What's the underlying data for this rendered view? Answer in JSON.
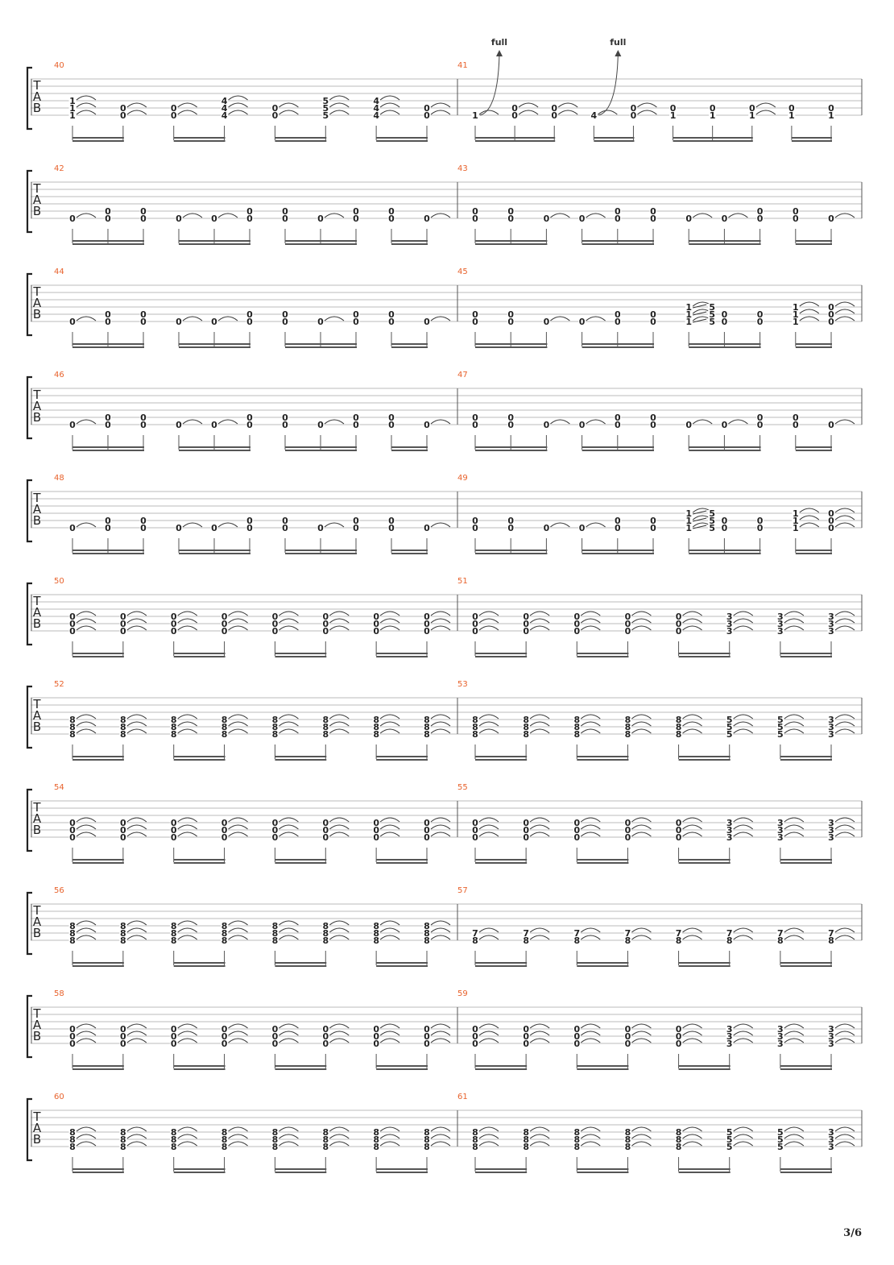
{
  "page_number": "3/6",
  "clef_letters": [
    "T",
    "A",
    "B"
  ],
  "bend_label": "full",
  "colors": {
    "measure_number": "#e8622c",
    "staff_line": "#bbbbbb",
    "text": "#222222",
    "beam": "#555555"
  },
  "systems": [
    {
      "measures": [
        {
          "number": "40",
          "beats": [
            {
              "notes": [
                {
                  "s": 3,
                  "f": "1"
                },
                {
                  "s": 4,
                  "f": "1"
                },
                {
                  "s": 5,
                  "f": "1"
                }
              ],
              "tie": true
            },
            {
              "notes": [
                {
                  "s": 4,
                  "f": "0"
                },
                {
                  "s": 5,
                  "f": "0"
                }
              ],
              "tie": true
            },
            {
              "notes": [
                {
                  "s": 4,
                  "f": "0"
                },
                {
                  "s": 5,
                  "f": "0"
                }
              ],
              "tie": true
            },
            {
              "notes": [
                {
                  "s": 3,
                  "f": "4"
                },
                {
                  "s": 4,
                  "f": "4"
                },
                {
                  "s": 5,
                  "f": "4"
                }
              ],
              "tie": true
            },
            {
              "notes": [
                {
                  "s": 4,
                  "f": "0"
                },
                {
                  "s": 5,
                  "f": "0"
                }
              ],
              "tie": true
            },
            {
              "notes": [
                {
                  "s": 3,
                  "f": "5"
                },
                {
                  "s": 4,
                  "f": "5"
                },
                {
                  "s": 5,
                  "f": "5"
                }
              ],
              "tie": true
            },
            {
              "notes": [
                {
                  "s": 3,
                  "f": "4"
                },
                {
                  "s": 4,
                  "f": "4"
                },
                {
                  "s": 5,
                  "f": "4"
                }
              ],
              "tie": true
            },
            {
              "notes": [
                {
                  "s": 4,
                  "f": "0"
                },
                {
                  "s": 5,
                  "f": "0"
                }
              ],
              "tie": true
            }
          ]
        },
        {
          "number": "41",
          "beats": [
            {
              "notes": [
                {
                  "s": 5,
                  "f": "1"
                }
              ],
              "tie": true,
              "bend": true
            },
            {
              "notes": [
                {
                  "s": 4,
                  "f": "0"
                },
                {
                  "s": 5,
                  "f": "0"
                }
              ],
              "tie": true
            },
            {
              "notes": [
                {
                  "s": 4,
                  "f": "0"
                },
                {
                  "s": 5,
                  "f": "0"
                }
              ],
              "tie": true
            },
            {
              "notes": [
                {
                  "s": 5,
                  "f": "4"
                }
              ],
              "tie": true,
              "bend": true
            },
            {
              "notes": [
                {
                  "s": 4,
                  "f": "0"
                },
                {
                  "s": 5,
                  "f": "0"
                }
              ],
              "tie": true
            },
            {
              "notes": [
                {
                  "s": 4,
                  "f": "0"
                },
                {
                  "s": 5,
                  "f": "1"
                }
              ],
              "tie": false
            },
            {
              "notes": [
                {
                  "s": 4,
                  "f": "0"
                },
                {
                  "s": 5,
                  "f": "1"
                }
              ],
              "tie": false
            },
            {
              "notes": [
                {
                  "s": 4,
                  "f": "0"
                },
                {
                  "s": 5,
                  "f": "1"
                }
              ],
              "tie": true
            },
            {
              "notes": [
                {
                  "s": 4,
                  "f": "0"
                },
                {
                  "s": 5,
                  "f": "1"
                }
              ],
              "tie": false
            },
            {
              "notes": [
                {
                  "s": 4,
                  "f": "0"
                },
                {
                  "s": 5,
                  "f": "1"
                }
              ],
              "tie": false
            }
          ]
        }
      ]
    },
    {
      "measures": [
        {
          "number": "42",
          "pattern": "A"
        },
        {
          "number": "43",
          "pattern": "B"
        }
      ]
    },
    {
      "measures": [
        {
          "number": "44",
          "pattern": "A"
        },
        {
          "number": "45",
          "pattern": "C"
        }
      ]
    },
    {
      "measures": [
        {
          "number": "46",
          "pattern": "A"
        },
        {
          "number": "47",
          "pattern": "B"
        }
      ]
    },
    {
      "measures": [
        {
          "number": "48",
          "pattern": "A"
        },
        {
          "number": "49",
          "pattern": "C"
        }
      ]
    },
    {
      "measures": [
        {
          "number": "50",
          "chords": [
            "000",
            "000",
            "000",
            "000",
            "000",
            "000",
            "000",
            "000"
          ]
        },
        {
          "number": "51",
          "chords": [
            "000",
            "000",
            "000",
            "000",
            "000",
            "333",
            "333",
            "333"
          ]
        }
      ]
    },
    {
      "measures": [
        {
          "number": "52",
          "chords": [
            "888",
            "888",
            "888",
            "888",
            "888",
            "888",
            "888",
            "888"
          ]
        },
        {
          "number": "53",
          "chords": [
            "888",
            "888",
            "888",
            "888",
            "888",
            "555",
            "555",
            "333"
          ]
        }
      ]
    },
    {
      "measures": [
        {
          "number": "54",
          "chords": [
            "000",
            "000",
            "000",
            "000",
            "000",
            "000",
            "000",
            "000"
          ]
        },
        {
          "number": "55",
          "chords": [
            "000",
            "000",
            "000",
            "000",
            "000",
            "333",
            "333",
            "333"
          ]
        }
      ]
    },
    {
      "measures": [
        {
          "number": "56",
          "chords": [
            "888",
            "888",
            "888",
            "888",
            "888",
            "888",
            "888",
            "888"
          ]
        },
        {
          "number": "57",
          "chords": [
            "78",
            "78",
            "78",
            "78",
            "78",
            "78",
            "78",
            "78"
          ]
        }
      ]
    },
    {
      "measures": [
        {
          "number": "58",
          "chords": [
            "000",
            "000",
            "000",
            "000",
            "000",
            "000",
            "000",
            "000"
          ]
        },
        {
          "number": "59",
          "chords": [
            "000",
            "000",
            "000",
            "000",
            "000",
            "333",
            "333",
            "333"
          ]
        }
      ]
    },
    {
      "measures": [
        {
          "number": "60",
          "chords": [
            "888",
            "888",
            "888",
            "888",
            "888",
            "888",
            "888",
            "888"
          ]
        },
        {
          "number": "61",
          "chords": [
            "888",
            "888",
            "888",
            "888",
            "888",
            "555",
            "555",
            "333"
          ]
        }
      ]
    }
  ],
  "patterns": {
    "A": [
      {
        "notes": [
          {
            "s": 5,
            "f": "0"
          }
        ],
        "tie": true
      },
      {
        "notes": [
          {
            "s": 4,
            "f": "0"
          },
          {
            "s": 5,
            "f": "0"
          }
        ],
        "tie": false
      },
      {
        "notes": [
          {
            "s": 4,
            "f": "0"
          },
          {
            "s": 5,
            "f": "0"
          }
        ],
        "tie": false
      },
      {
        "notes": [
          {
            "s": 5,
            "f": "0"
          }
        ],
        "tie": true
      },
      {
        "notes": [
          {
            "s": 5,
            "f": "0"
          }
        ],
        "tie": true
      },
      {
        "notes": [
          {
            "s": 4,
            "f": "0"
          },
          {
            "s": 5,
            "f": "0"
          }
        ],
        "tie": false
      },
      {
        "notes": [
          {
            "s": 4,
            "f": "0"
          },
          {
            "s": 5,
            "f": "0"
          }
        ],
        "tie": false
      },
      {
        "notes": [
          {
            "s": 5,
            "f": "0"
          }
        ],
        "tie": true
      },
      {
        "notes": [
          {
            "s": 4,
            "f": "0"
          },
          {
            "s": 5,
            "f": "0"
          }
        ],
        "tie": false
      },
      {
        "notes": [
          {
            "s": 4,
            "f": "0"
          },
          {
            "s": 5,
            "f": "0"
          }
        ],
        "tie": false
      },
      {
        "notes": [
          {
            "s": 5,
            "f": "0"
          }
        ],
        "tie": true
      }
    ],
    "B": [
      {
        "notes": [
          {
            "s": 4,
            "f": "0"
          },
          {
            "s": 5,
            "f": "0"
          }
        ],
        "tie": false
      },
      {
        "notes": [
          {
            "s": 4,
            "f": "0"
          },
          {
            "s": 5,
            "f": "0"
          }
        ],
        "tie": false
      },
      {
        "notes": [
          {
            "s": 5,
            "f": "0"
          }
        ],
        "tie": true
      },
      {
        "notes": [
          {
            "s": 5,
            "f": "0"
          }
        ],
        "tie": true
      },
      {
        "notes": [
          {
            "s": 4,
            "f": "0"
          },
          {
            "s": 5,
            "f": "0"
          }
        ],
        "tie": false
      },
      {
        "notes": [
          {
            "s": 4,
            "f": "0"
          },
          {
            "s": 5,
            "f": "0"
          }
        ],
        "tie": false
      },
      {
        "notes": [
          {
            "s": 5,
            "f": "0"
          }
        ],
        "tie": true
      },
      {
        "notes": [
          {
            "s": 5,
            "f": "0"
          }
        ],
        "tie": true
      },
      {
        "notes": [
          {
            "s": 4,
            "f": "0"
          },
          {
            "s": 5,
            "f": "0"
          }
        ],
        "tie": false
      },
      {
        "notes": [
          {
            "s": 4,
            "f": "0"
          },
          {
            "s": 5,
            "f": "0"
          }
        ],
        "tie": false
      },
      {
        "notes": [
          {
            "s": 5,
            "f": "0"
          }
        ],
        "tie": true
      }
    ],
    "C": [
      {
        "notes": [
          {
            "s": 4,
            "f": "0"
          },
          {
            "s": 5,
            "f": "0"
          }
        ],
        "tie": false
      },
      {
        "notes": [
          {
            "s": 4,
            "f": "0"
          },
          {
            "s": 5,
            "f": "0"
          }
        ],
        "tie": false
      },
      {
        "notes": [
          {
            "s": 5,
            "f": "0"
          }
        ],
        "tie": true
      },
      {
        "notes": [
          {
            "s": 5,
            "f": "0"
          }
        ],
        "tie": true
      },
      {
        "notes": [
          {
            "s": 4,
            "f": "0"
          },
          {
            "s": 5,
            "f": "0"
          }
        ],
        "tie": false
      },
      {
        "notes": [
          {
            "s": 4,
            "f": "0"
          },
          {
            "s": 5,
            "f": "0"
          }
        ],
        "tie": false
      },
      {
        "notes": [
          {
            "s": 3,
            "f": "1"
          },
          {
            "s": 4,
            "f": "1"
          },
          {
            "s": 5,
            "f": "1"
          }
        ],
        "tie": true,
        "slide_to": "5"
      },
      {
        "notes": [
          {
            "s": 4,
            "f": "0"
          },
          {
            "s": 5,
            "f": "0"
          }
        ],
        "tie": false
      },
      {
        "notes": [
          {
            "s": 4,
            "f": "0"
          },
          {
            "s": 5,
            "f": "0"
          }
        ],
        "tie": false
      },
      {
        "notes": [
          {
            "s": 3,
            "f": "1"
          },
          {
            "s": 4,
            "f": "1"
          },
          {
            "s": 5,
            "f": "1"
          }
        ],
        "tie": true
      },
      {
        "notes": [
          {
            "s": 3,
            "f": "0"
          },
          {
            "s": 4,
            "f": "0"
          },
          {
            "s": 5,
            "f": "0"
          }
        ],
        "tie": true
      }
    ]
  }
}
